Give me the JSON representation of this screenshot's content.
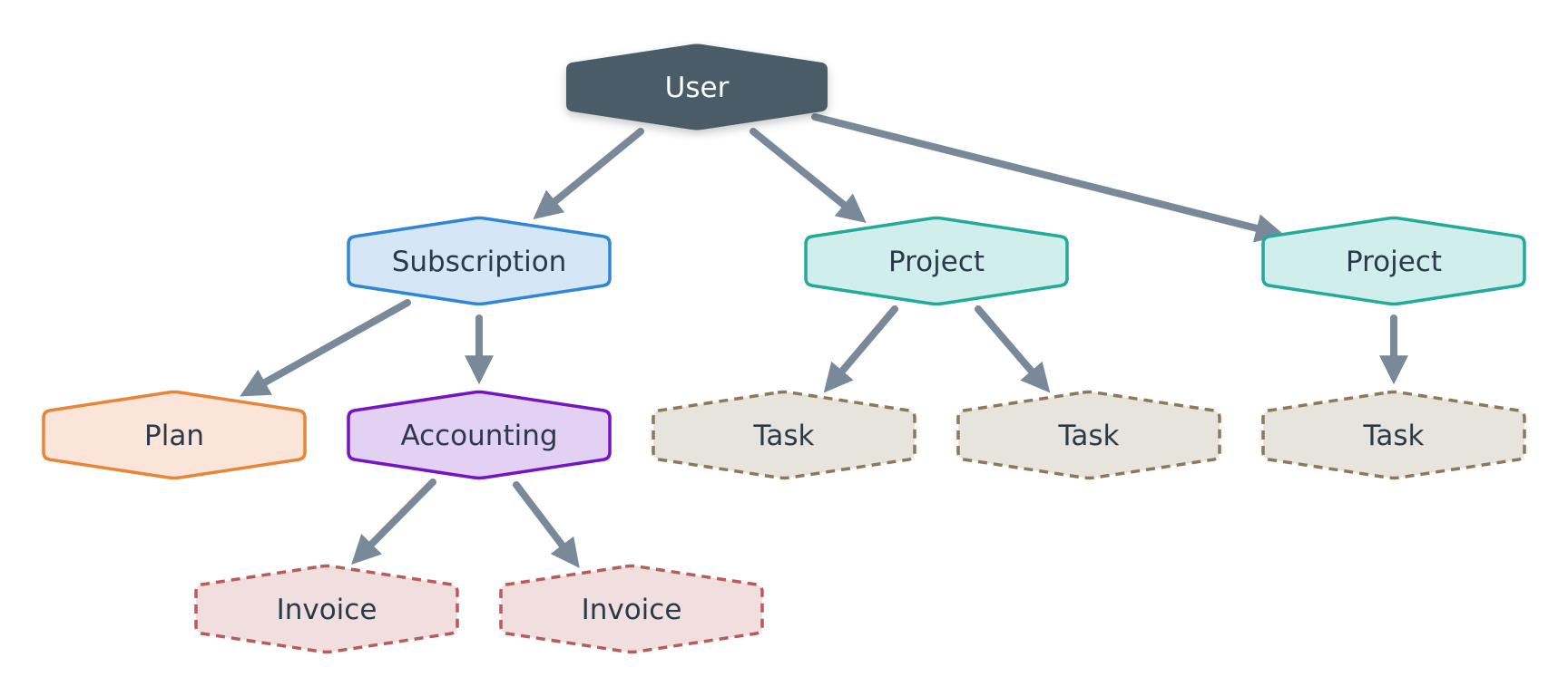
{
  "diagram": {
    "type": "tree",
    "colors": {
      "background": "#ffffff",
      "edge": "#7a8999",
      "text_dark": "#2b3a4a",
      "text_light": "#ffffff"
    },
    "nodes": [
      {
        "id": "user",
        "label": "User",
        "style": "root",
        "fill": "#4b5b69",
        "stroke": "#4b5b69",
        "dashed": false
      },
      {
        "id": "subscription",
        "label": "Subscription",
        "style": "entity",
        "fill": "#d5e6f7",
        "stroke": "#2f86d6",
        "dashed": false
      },
      {
        "id": "project-1",
        "label": "Project",
        "style": "entity",
        "fill": "#d0efec",
        "stroke": "#22aa9a",
        "dashed": false
      },
      {
        "id": "project-2",
        "label": "Project",
        "style": "entity",
        "fill": "#d0efec",
        "stroke": "#22aa9a",
        "dashed": false
      },
      {
        "id": "plan",
        "label": "Plan",
        "style": "entity",
        "fill": "#fbe5d8",
        "stroke": "#e98538",
        "dashed": false
      },
      {
        "id": "accounting",
        "label": "Accounting",
        "style": "entity",
        "fill": "#e3d1f3",
        "stroke": "#7414c4",
        "dashed": false
      },
      {
        "id": "task-1",
        "label": "Task",
        "style": "weak",
        "fill": "#e6e4dd",
        "stroke": "#8a7a5a",
        "dashed": true
      },
      {
        "id": "task-2",
        "label": "Task",
        "style": "weak",
        "fill": "#e6e4dd",
        "stroke": "#8a7a5a",
        "dashed": true
      },
      {
        "id": "task-3",
        "label": "Task",
        "style": "weak",
        "fill": "#e6e4dd",
        "stroke": "#8a7a5a",
        "dashed": true
      },
      {
        "id": "invoice-1",
        "label": "Invoice",
        "style": "weak",
        "fill": "#f1dfdf",
        "stroke": "#b85b5b",
        "dashed": true
      },
      {
        "id": "invoice-2",
        "label": "Invoice",
        "style": "weak",
        "fill": "#f1dfdf",
        "stroke": "#b85b5b",
        "dashed": true
      }
    ],
    "edges": [
      {
        "from": "user",
        "to": "subscription"
      },
      {
        "from": "user",
        "to": "project-1"
      },
      {
        "from": "user",
        "to": "project-2"
      },
      {
        "from": "subscription",
        "to": "plan"
      },
      {
        "from": "subscription",
        "to": "accounting"
      },
      {
        "from": "project-1",
        "to": "task-1"
      },
      {
        "from": "project-1",
        "to": "task-2"
      },
      {
        "from": "project-2",
        "to": "task-3"
      },
      {
        "from": "accounting",
        "to": "invoice-1"
      },
      {
        "from": "accounting",
        "to": "invoice-2"
      }
    ]
  }
}
